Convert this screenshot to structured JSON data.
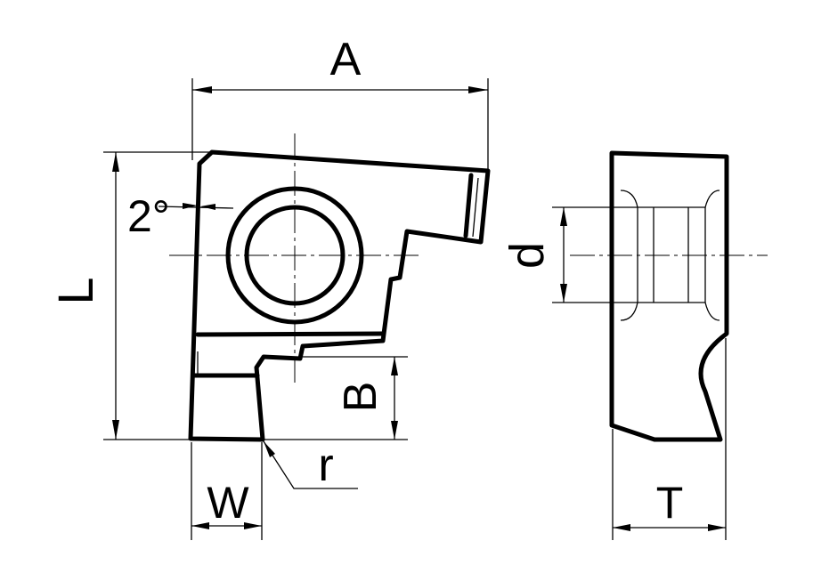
{
  "labels": {
    "length": "L",
    "width_top": "A",
    "angle": "2°",
    "diameter": "d",
    "depth": "B",
    "width_tip": "W",
    "radius": "r",
    "thickness": "T"
  }
}
